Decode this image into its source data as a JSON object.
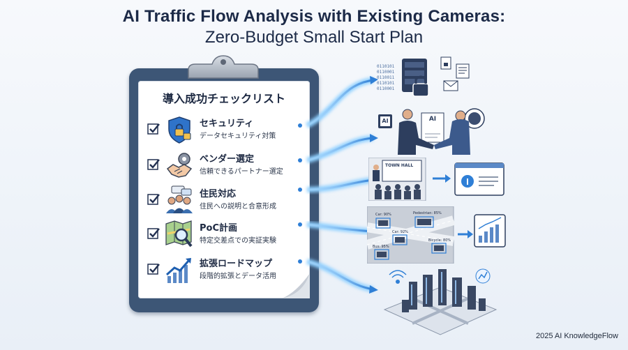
{
  "header": {
    "title": "AI Traffic Flow Analysis with Existing Cameras:",
    "subtitle": "Zero-Budget Small Start Plan"
  },
  "checklist": {
    "heading": "導入成功チェックリスト",
    "items": [
      {
        "label": "セキュリティ",
        "desc": "データセキュリティ対策",
        "icon": "shield-lock-icon"
      },
      {
        "label": "ベンダー選定",
        "desc": "信頼できるパートナー選定",
        "icon": "handshake-gear-icon"
      },
      {
        "label": "住民対応",
        "desc": "住民への説明と合意形成",
        "icon": "people-speech-icon"
      },
      {
        "label": "PoC計画",
        "desc": "特定交差点での実証実験",
        "icon": "map-magnifier-icon"
      },
      {
        "label": "拡張ロードマップ",
        "desc": "段階的拡張とデータ活用",
        "icon": "growth-chart-icon"
      }
    ]
  },
  "illustrations": {
    "server_binary": [
      "0110101",
      "0110001",
      "0110011",
      "0110101",
      "0110001"
    ],
    "ai_chip": "AI",
    "ai_doc": "AI",
    "town_hall_sign": "TOWN HALL",
    "intersection_tags": [
      "Car: 90%",
      "Pedestrian: 85%",
      "Car: 92%",
      "Bus: 95%",
      "Bicycle: 80%"
    ]
  },
  "footer": {
    "credit": "2025 AI KnowledgeFlow"
  },
  "colors": {
    "navy": "#1c2a47",
    "board": "#3d5676",
    "accent_blue": "#2f7fd6",
    "glow": "#63b6ff"
  }
}
